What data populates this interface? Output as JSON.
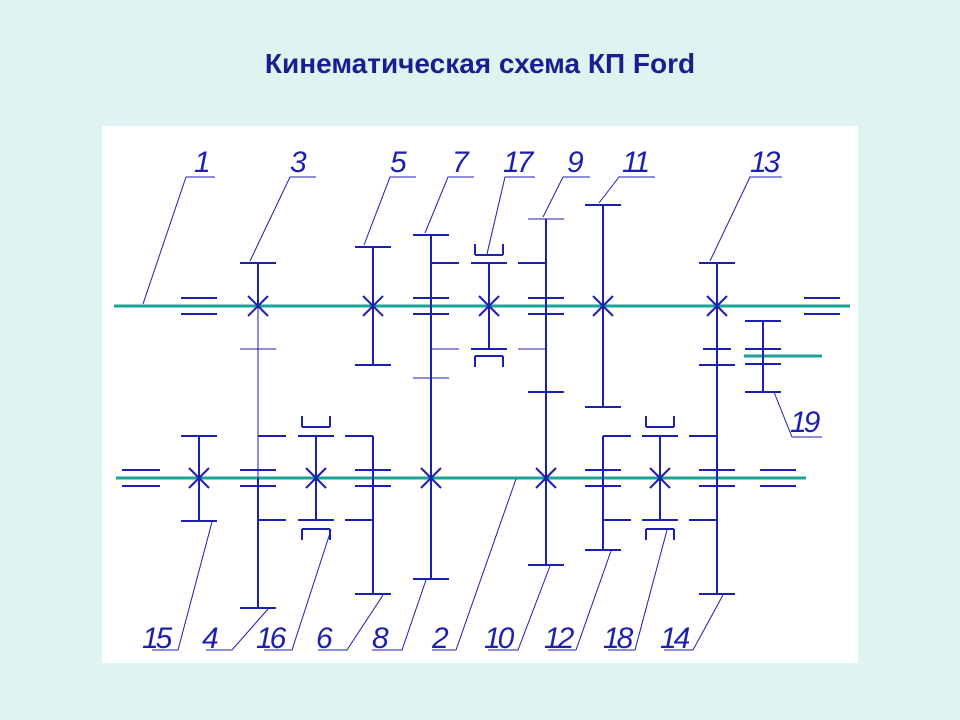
{
  "title": "Кинематическая схема КП Ford",
  "labels": {
    "l1": "1",
    "l3": "3",
    "l5": "5",
    "l7": "7",
    "l17": "17",
    "l9": "9",
    "l11": "11",
    "l13": "13",
    "l19": "19",
    "l15": "15",
    "l4": "4",
    "l16": "16",
    "l6": "6",
    "l8": "8",
    "l2": "2",
    "l10": "10",
    "l12": "12",
    "l18": "18",
    "l14": "14"
  },
  "colors": {
    "lines": "#1c1fb0",
    "shafts": "#1ba39a",
    "background": "#dff4f1",
    "title": "#1a1f8f"
  }
}
